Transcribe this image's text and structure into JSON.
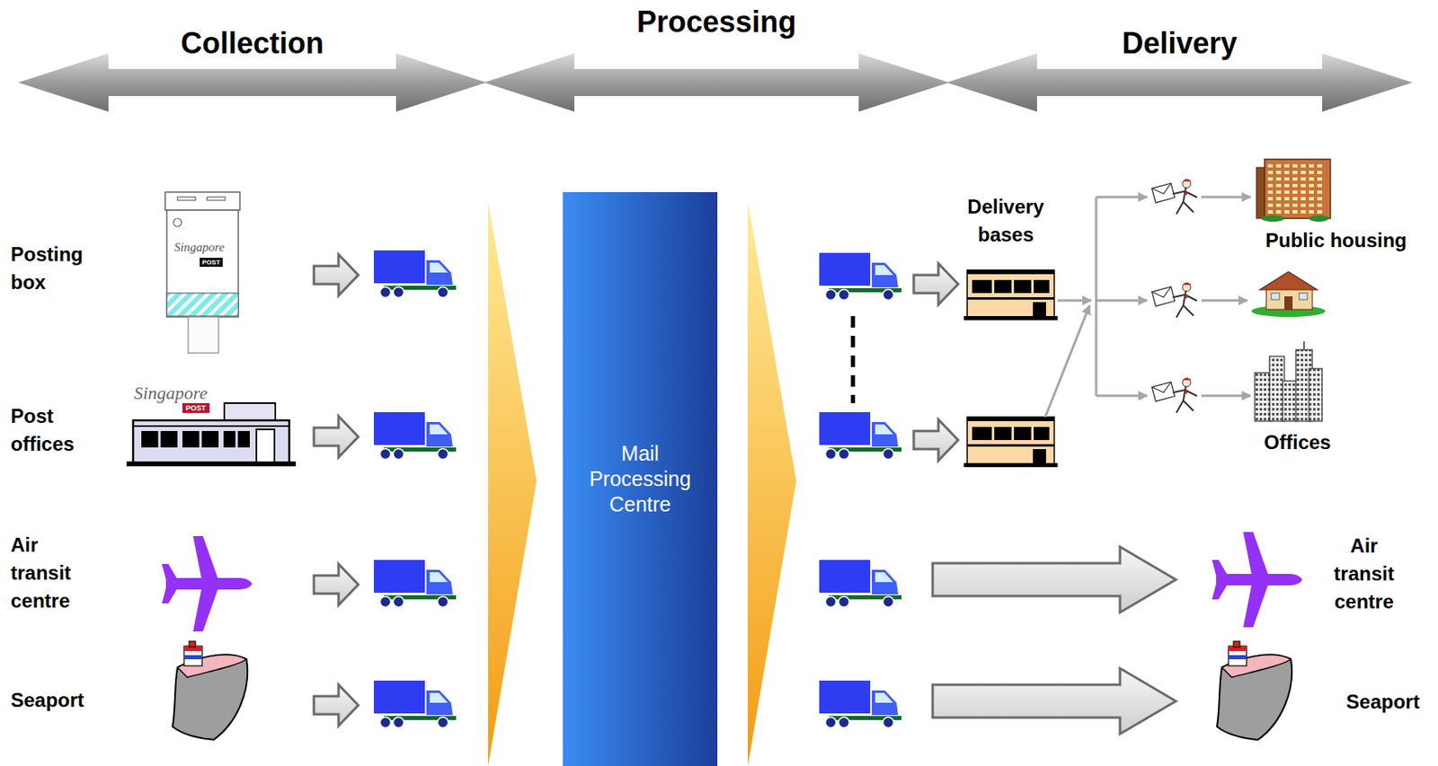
{
  "diagram": {
    "nodes": [
      {
        "text": [
          "Collection"
        ]
      },
      {
        "text": [
          "Processing"
        ]
      },
      {
        "text": [
          "Delivery"
        ]
      },
      {
        "text": [
          "Mail Processing Centre"
        ]
      }
    ],
    "labels": [
      "Posting box",
      "Singapore",
      "POST",
      "Post offices",
      "Singapore",
      "POST",
      "Air transit centre",
      "Seaport",
      "Delivery bases",
      "Public housing",
      "Offices",
      "Air transit centre",
      "Seaport"
    ]
  }
}
